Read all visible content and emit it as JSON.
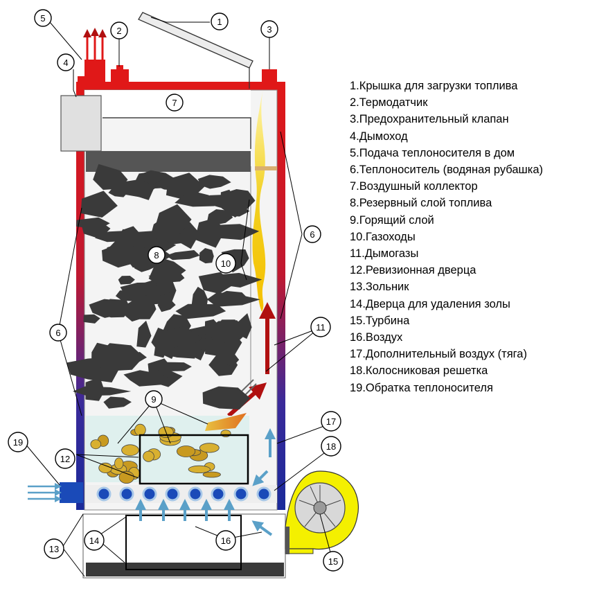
{
  "legend": [
    "1.Крышка для загрузки топлива",
    "2.Термодатчик",
    "3.Предохранительный клапан",
    "4.Дымоход",
    "5.Подача теплоносителя в дом",
    "6.Теплоноситель (водяная рубашка)",
    "7.Воздушный коллектор",
    "8.Резервный слой топлива",
    "9.Горящий слой",
    "10.Газоходы",
    "11.Дымогазы",
    "12.Ревизионная дверца",
    "13.Зольник",
    "14.Дверца для удаления золы",
    "15.Турбина",
    "16.Воздух",
    "17.Дополнительный воздух (тяга)",
    "18.Колосниковая решетка",
    "19.Обратка теплоносителя"
  ],
  "callouts": {
    "c1": "1",
    "c2": "2",
    "c3": "3",
    "c4": "4",
    "c5": "5",
    "c6a": "6",
    "c6b": "6",
    "c7": "7",
    "c8": "8",
    "c9": "9",
    "c10": "10",
    "c11": "11",
    "c12": "12",
    "c13": "13",
    "c14": "14",
    "c15": "15",
    "c16": "16",
    "c17": "17",
    "c18": "18",
    "c19": "19"
  },
  "colors": {
    "jacket_hot": "#e01818",
    "jacket_cold": "#1a2a9a",
    "air_arrow": "#5aa0c8",
    "turbine": "#f4f000",
    "flame": "#f2d020",
    "smoke_arrow": "#b01010",
    "fuel": "#3a3a3a"
  }
}
